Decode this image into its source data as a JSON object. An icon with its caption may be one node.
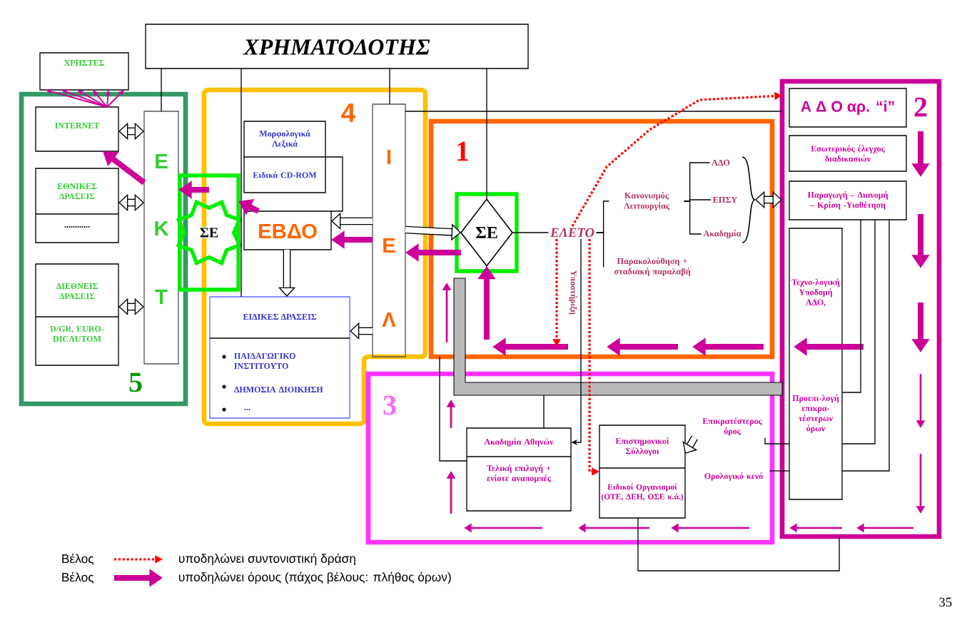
{
  "diagram": {
    "nodes": [
      {
        "text": [
          "ΧΡΗΜΑΤΟΔΟΤΗΣ"
        ]
      },
      {
        "text": [
          "5"
        ]
      },
      {
        "text": [
          "ΧΡΗΣΤΕΣ"
        ]
      },
      {
        "text": [
          "INTERNET"
        ],
        "in": 1
      },
      {
        "text": [
          "ΕΘΝΙΚΕΣ ΔΡΑΣΕΙΣ",
          "............"
        ],
        "in": 1
      },
      {
        "text": [
          "ΔΙΕΘΝΕΙΣ ΔΡΑΣΕΙΣ",
          "D/GR, EURO-DICAUTOM"
        ],
        "in": 1
      },
      {
        "text": [
          "Ε",
          "Κ",
          "Τ"
        ],
        "in": 1
      },
      {
        "text": [
          "4"
        ]
      },
      {
        "text": [
          "ΣΕ"
        ]
      },
      {
        "text": [
          "Μορφολογικά Λεξικά",
          "Ειδικά CD-ROM"
        ],
        "in": 7
      },
      {
        "text": [
          "ΕΒΔΟ"
        ],
        "in": 7
      },
      {
        "text": [
          "ΕΙΔΙΚΕΣ ΔΡΑΣΕΙΣ",
          "ΠΑΙΔΑΓΩΓΙΚΟ ΙΝΣΤΙΤΟΥΤΟ",
          "ΔΗΜΟΣΙΑ ΔΙΟΙΚΗΣΗ",
          "..."
        ],
        "in": 7
      },
      {
        "text": [
          "Ι",
          "Ε",
          "Λ"
        ],
        "in": 7
      },
      {
        "text": [
          "1"
        ]
      },
      {
        "text": [
          "ΣΕ"
        ],
        "in": 13
      },
      {
        "text": [
          "ΕΛΕΤΟ"
        ],
        "in": 13
      },
      {
        "text": [
          "Κανονισμός Λειτουργίας"
        ],
        "in": 13
      },
      {
        "text": [
          "ΑΔΟ"
        ],
        "in": 13
      },
      {
        "text": [
          "ΕΠΣΥ"
        ],
        "in": 13
      },
      {
        "text": [
          "Ακαδημία"
        ],
        "in": 13
      },
      {
        "text": [
          "Παρακολούθηση + σταδιακή παραλαβή"
        ],
        "in": 13
      },
      {
        "text": [
          "2"
        ]
      },
      {
        "text": [
          "Α Δ Ο αρ. “i”"
        ],
        "in": 21
      },
      {
        "text": [
          "Εσωτερικός έλεγχος διαδικασιών"
        ],
        "in": 21
      },
      {
        "text": [
          "Παραγωγή – Διανομή – Κρίση -Υιοθέτηση"
        ],
        "in": 21
      },
      {
        "text": [
          "Τεχνο-λογική Υποδομή ΑΔΟ,",
          "Προεπι-λογή επικρα-τέστερων όρων"
        ],
        "in": 21
      },
      {
        "text": [
          "3"
        ]
      },
      {
        "text": [
          "Ακαδημία Αθηνών",
          "Τελική επιλογή + ενίοτε αναπομπές"
        ],
        "in": 26
      },
      {
        "text": [
          "Επιστημονικοί Σύλλογοι",
          "Ειδικοί Οργανισμοί (ΟΤΕ, ΔΕΗ, ΟΣΕ κ.ά.)"
        ],
        "in": 26
      },
      {
        "text": [
          "Επικρατέστερος όρος"
        ],
        "in": 26
      },
      {
        "text": [
          "Ορολογικό κενό"
        ],
        "in": 26
      },
      {
        "text": [],
        "shape": "brace",
        "in": 13
      }
    ],
    "edges": [
      {
        "from": 0,
        "to": 6,
        "arrow": "none"
      },
      {
        "from": 0,
        "to": 11,
        "arrow": "none"
      },
      {
        "from": 0,
        "to": 12,
        "arrow": "none"
      },
      {
        "from": 0,
        "to": 14,
        "arrow": "none"
      },
      {
        "from": 12,
        "to": 21,
        "arrow": "none"
      },
      {
        "from": 3,
        "to": 2,
        "arrow": "to",
        "color": "#cc0099"
      },
      {
        "from": 3,
        "to": 2,
        "arrow": "to",
        "color": "#cc0099"
      },
      {
        "from": 3,
        "to": 2,
        "arrow": "to",
        "color": "#cc0099"
      },
      {
        "from": 3,
        "to": 2,
        "arrow": "to",
        "color": "#cc0099"
      },
      {
        "from": 3,
        "to": 2,
        "arrow": "to",
        "color": "#cc0099"
      },
      {
        "from": 3,
        "to": 2,
        "arrow": "to",
        "color": "#cc0099"
      },
      {
        "from": 3,
        "to": 6,
        "arrow": "both",
        "style": "thick"
      },
      {
        "from": 4,
        "to": 6,
        "arrow": "both",
        "style": "thick"
      },
      {
        "from": 5,
        "to": 6,
        "arrow": "both",
        "style": "thick"
      },
      {
        "from": 6,
        "to": 3,
        "arrow": "to",
        "style": "thick",
        "color": "#cc0099"
      },
      {
        "from": 8,
        "to": 6,
        "arrow": "to",
        "style": "thick",
        "color": "#cc0099"
      },
      {
        "from": 10,
        "to": 8,
        "arrow": "to",
        "style": "thick",
        "color": "#cc0099"
      },
      {
        "from": 12,
        "to": 10,
        "arrow": "to",
        "style": "thick",
        "color": "#cc0099"
      },
      {
        "from": 14,
        "to": 12,
        "arrow": "to",
        "style": "thick",
        "color": "#cc0099"
      },
      {
        "from": 12,
        "to": 14,
        "arrow": "to",
        "style": "thick"
      },
      {
        "from": null,
        "to": 14,
        "arrow": "to",
        "style": "thick",
        "color": "#cc0099"
      },
      {
        "from": 12,
        "to": 10,
        "arrow": "to",
        "style": "thick"
      },
      {
        "from": 10,
        "to": 11,
        "arrow": "to",
        "style": "thick"
      },
      {
        "from": 12,
        "to": 11,
        "arrow": "to",
        "style": "thick"
      },
      {
        "from": 9,
        "to": 10,
        "arrow": "none"
      },
      {
        "from": 14,
        "to": 15,
        "arrow": "none"
      },
      {
        "from": 15,
        "to": 16,
        "arrow": "none"
      },
      {
        "from": 15,
        "to": 20,
        "arrow": "none"
      },
      {
        "from": 16,
        "to": 17,
        "arrow": "none"
      },
      {
        "from": 16,
        "to": 18,
        "arrow": "none"
      },
      {
        "from": 16,
        "to": 19,
        "arrow": "none"
      },
      {
        "from": 31,
        "to": 21,
        "arrow": "both",
        "style": "thick"
      },
      {
        "from": 15,
        "to": 21,
        "arrow": "to",
        "style": "dashed",
        "color": "#ff0000"
      },
      {
        "from": 15,
        "to": 28,
        "arrow": "to",
        "style": "dashed",
        "color": "#ff0000"
      },
      {
        "from": 15,
        "to": null,
        "arrow": "to",
        "style": "dashed",
        "color": "#ff0000"
      },
      {
        "from": 15,
        "to": 27,
        "arrow": "to"
      },
      {
        "from": 25,
        "to": 29,
        "arrow": "none"
      },
      {
        "from": 25,
        "to": 30,
        "arrow": "none"
      },
      {
        "from": 29,
        "to": 28,
        "arrow": "to",
        "style": "thick"
      },
      {
        "from": 28,
        "to": 21,
        "arrow": "none"
      },
      {
        "from": 24,
        "to": 25,
        "arrow": "none"
      },
      {
        "from": 24,
        "to": 25,
        "arrow": "none"
      },
      {
        "from": 24,
        "to": 25,
        "arrow": "none"
      },
      {
        "from": 13,
        "to": 27,
        "arrow": "none"
      }
    ],
    "labels": [
      "Υποστήριξη",
      "Βέλος",
      "Βέλος",
      "35"
    ],
    "legend": [
      {
        "text": "υποδηλώνει συντονιστική δράση"
      },
      {
        "text": "υποδηλώνει όρους (πάχος βέλους: πλήθος όρων)"
      }
    ]
  }
}
